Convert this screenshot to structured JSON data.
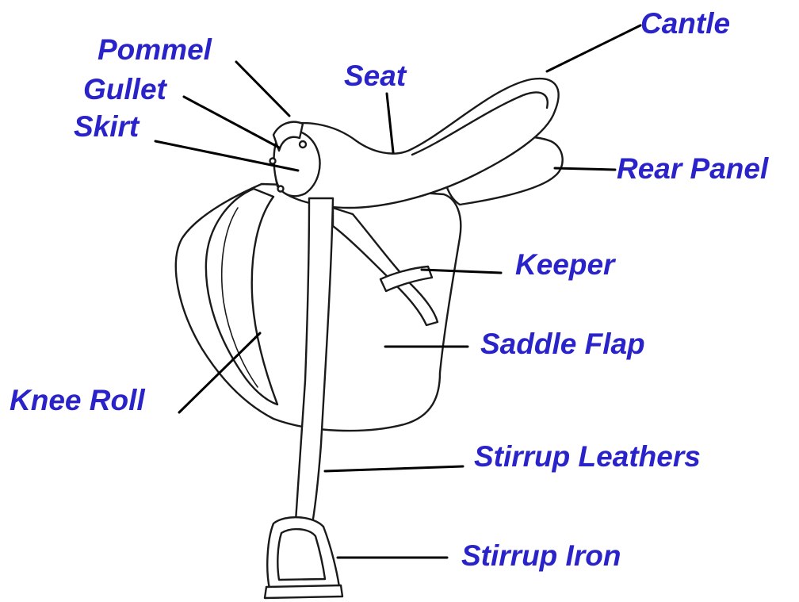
{
  "labels": {
    "pommel": "Pommel",
    "gullet": "Gullet",
    "skirt": "Skirt",
    "seat": "Seat",
    "cantle": "Cantle",
    "rear_panel": "Rear Panel",
    "keeper": "Keeper",
    "saddle_flap": "Saddle Flap",
    "knee_roll": "Knee Roll",
    "stirrup_leathers": "Stirrup Leathers",
    "stirrup_iron": "Stirrup Iron"
  },
  "colors": {
    "label_text": "#2a23c9",
    "line_art": "#1a1a1a",
    "background": "#ffffff"
  }
}
